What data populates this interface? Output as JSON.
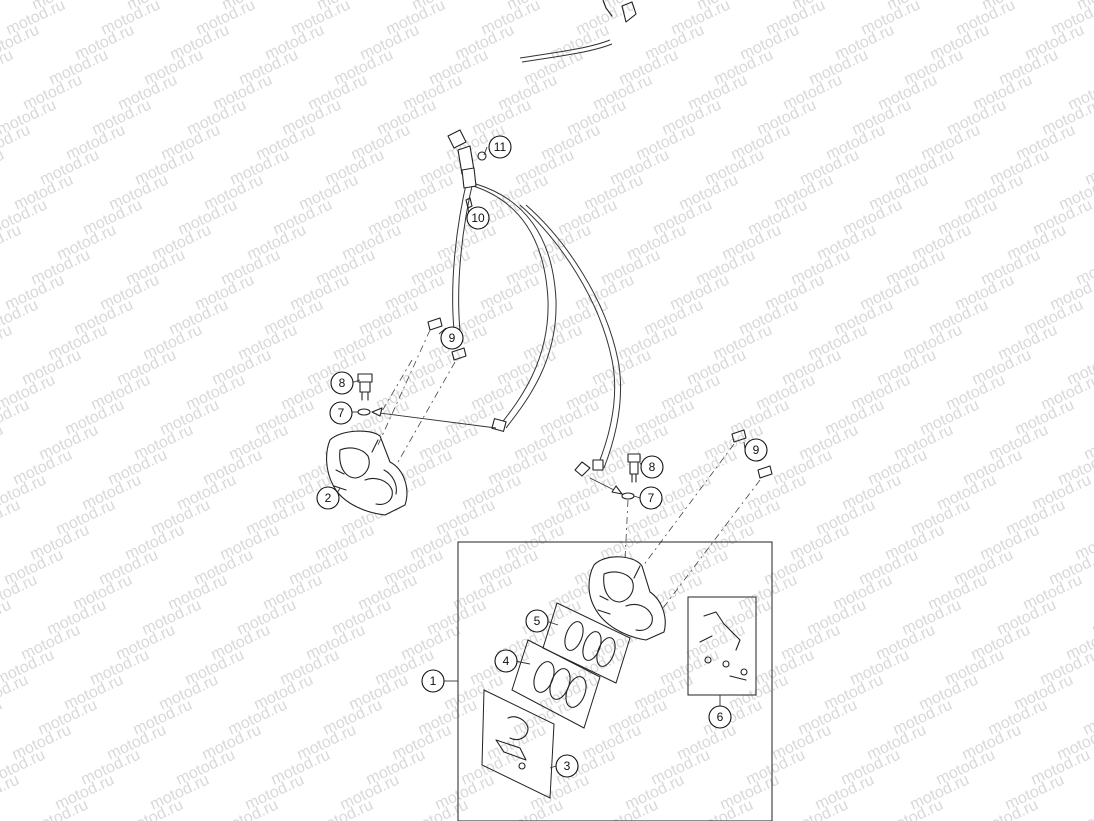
{
  "watermark": {
    "text": "motod.ru"
  },
  "callouts": {
    "c1": "1",
    "c2": "2",
    "c3": "3",
    "c4": "4",
    "c5": "5",
    "c6": "6",
    "c7a": "7",
    "c7b": "7",
    "c8a": "8",
    "c8b": "8",
    "c9a": "9",
    "c9b": "9",
    "c10": "10",
    "c11": "11"
  }
}
